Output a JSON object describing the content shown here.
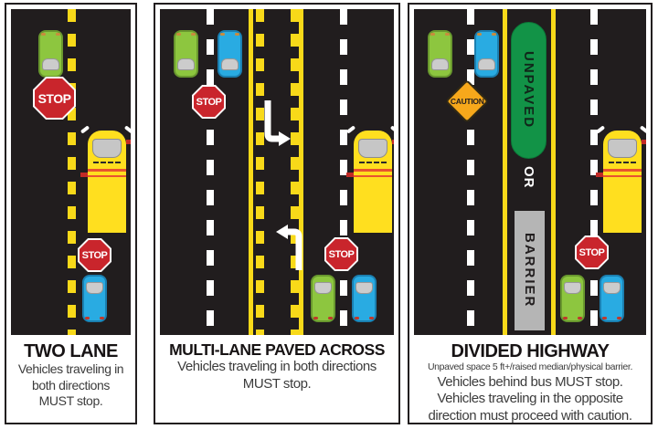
{
  "colors": {
    "road": "#211d1e",
    "lane_yellow": "#f8d919",
    "lane_white": "#ffffff",
    "stop_red": "#c9252c",
    "caution_amber": "#f7a81b",
    "unpaved_green": "#129347",
    "barrier_gray": "#b5b5b5",
    "bus_yellow": "#ffdf1f",
    "car_green": "#8dc63f",
    "car_blue": "#29abe2"
  },
  "signs": {
    "stop_label": "STOP",
    "caution_label": "CAUTION"
  },
  "median": {
    "unpaved_label": "UNPAVED",
    "or_label": "OR",
    "barrier_label": "BARRIER"
  },
  "panels": [
    {
      "title": "TWO LANE",
      "caption_lines": [
        "Vehicles traveling in",
        "both directions",
        "MUST stop."
      ]
    },
    {
      "title": "MULTI-LANE PAVED ACROSS",
      "caption_lines": [
        "Vehicles traveling in both directions",
        "MUST stop."
      ]
    },
    {
      "title": "DIVIDED HIGHWAY",
      "subtitle": "Unpaved space 5 ft+/raised median/physical barrier.",
      "caption_lines": [
        "Vehicles behind bus MUST stop.",
        "Vehicles traveling in the opposite",
        "direction must proceed with caution."
      ]
    }
  ]
}
